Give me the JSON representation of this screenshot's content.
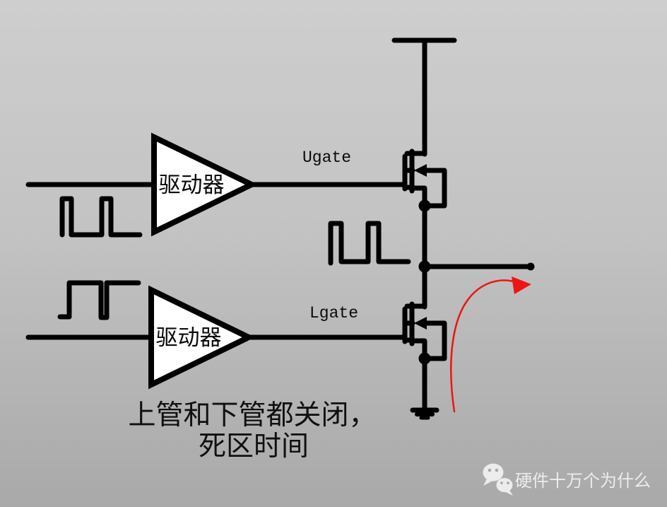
{
  "labels": {
    "upper_gate": "Ugate",
    "lower_gate": "Lgate",
    "upper_driver": "驱动器",
    "lower_driver": "驱动器"
  },
  "caption": {
    "line1": "上管和下管都关闭，",
    "line2": "死区时间"
  },
  "watermark": {
    "text": "硬件十万个为什么",
    "icon": "wechat-logo"
  },
  "colors": {
    "wire": "#000000",
    "driver_fill": "#ffffff",
    "arrow_red": "#ee1414",
    "background_top": "#cecece",
    "background_bottom": "#a9a9a9",
    "watermark_white": "#ececec"
  }
}
